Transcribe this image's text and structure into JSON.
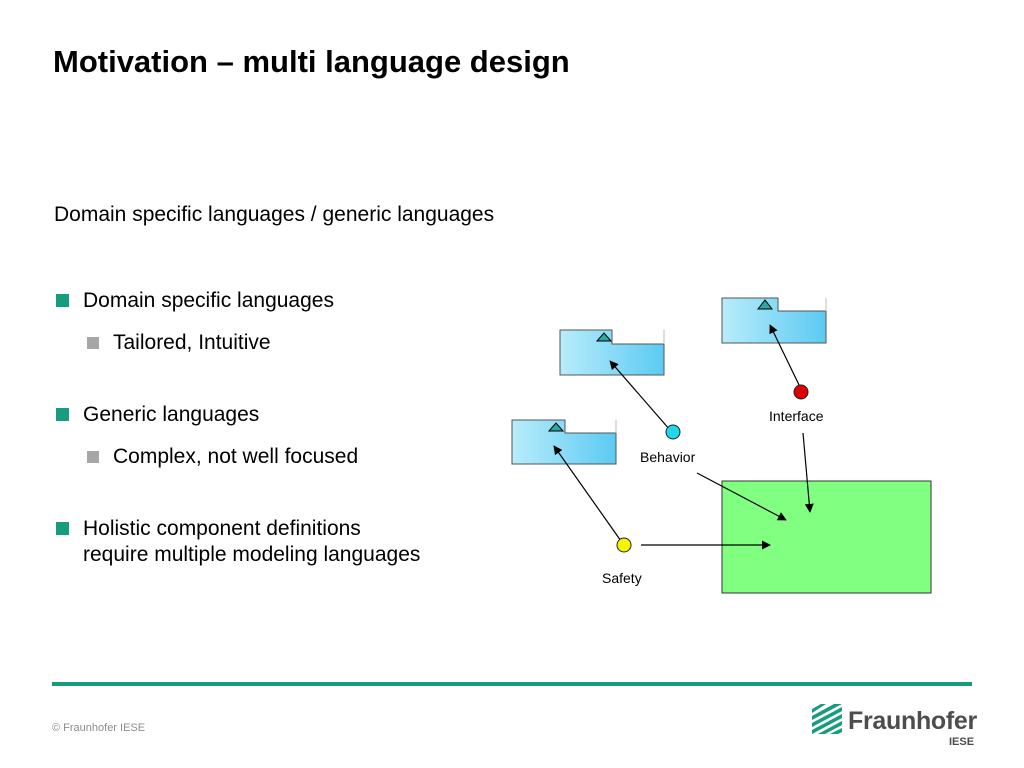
{
  "slide": {
    "title": "Motivation – multi language design",
    "subtitle": "Domain specific languages / generic languages"
  },
  "bullets": {
    "dsl": {
      "label": "Domain specific languages",
      "sub": "Tailored, Intuitive"
    },
    "generic": {
      "label": "Generic languages",
      "sub": "Complex, not well focused"
    },
    "holistic": {
      "line1": "Holistic component definitions",
      "line2": "require multiple modeling languages"
    }
  },
  "diagram": {
    "labels": {
      "interface": "Interface",
      "behavior": "Behavior",
      "safety": "Safety"
    },
    "colors": {
      "component": "#8fe0f8",
      "target": "#80ff80",
      "interface_dot": "#e00000",
      "behavior_dot": "#22d8e8",
      "safety_dot": "#f5f500"
    }
  },
  "footer": {
    "copyright": "© Fraunhofer IESE",
    "logo_name": "Fraunhofer",
    "logo_sub": "IESE"
  },
  "icons": {
    "bullet": "square-bullet-icon",
    "logo": "fraunhofer-stripes-icon"
  },
  "theme": {
    "accent": "#179c7d",
    "sub_bullet": "#a6a6a6"
  }
}
